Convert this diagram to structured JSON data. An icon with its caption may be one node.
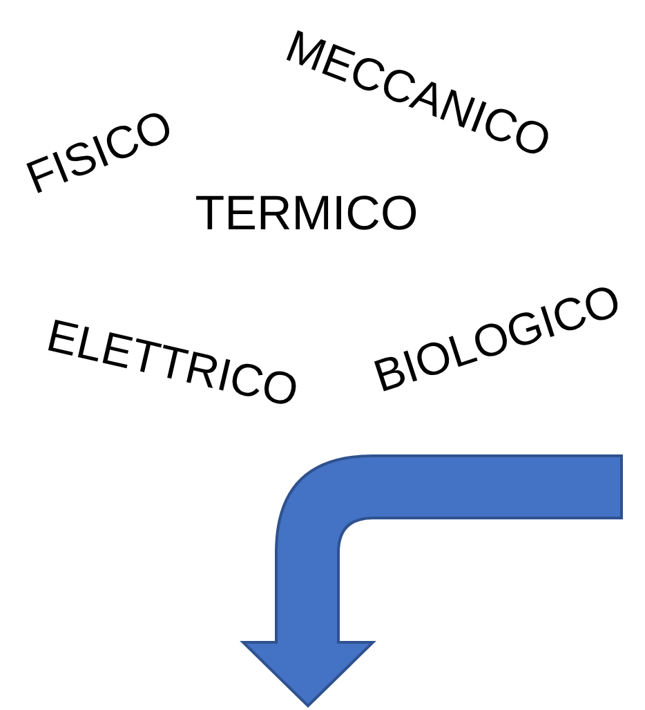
{
  "diagram": {
    "labels": [
      "MECCANICO",
      "FISICO",
      "TERMICO",
      "ELETTRICO",
      "BIOLOGICO"
    ]
  }
}
